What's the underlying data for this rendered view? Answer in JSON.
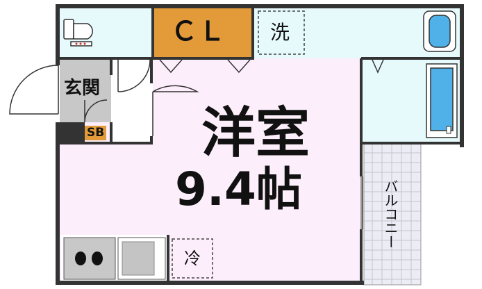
{
  "rooms": {
    "main": {
      "name": "洋室",
      "size": "9.4帖",
      "fill": "#fdeefb"
    },
    "closet": {
      "label": "ＣＬ",
      "fill": "#e39b3a"
    },
    "washer": {
      "label": "洗"
    },
    "entrance": {
      "label": "玄関",
      "fill": "#c8c8c8"
    },
    "shoe_box": {
      "label": "SB",
      "fill": "#e39b3a"
    },
    "fridge": {
      "label": "冷"
    },
    "balcony": {
      "label": "バルコニー",
      "fill": "#ececf4"
    }
  },
  "colors": {
    "wall": "#333333",
    "water_area": "#e6fafb",
    "bath_tub": "#4fb1e8",
    "door_line": "#333333"
  },
  "icons": [
    "toilet-icon",
    "wash-basin-icon",
    "bathtub-icon",
    "stove-icon",
    "sink-icon"
  ]
}
